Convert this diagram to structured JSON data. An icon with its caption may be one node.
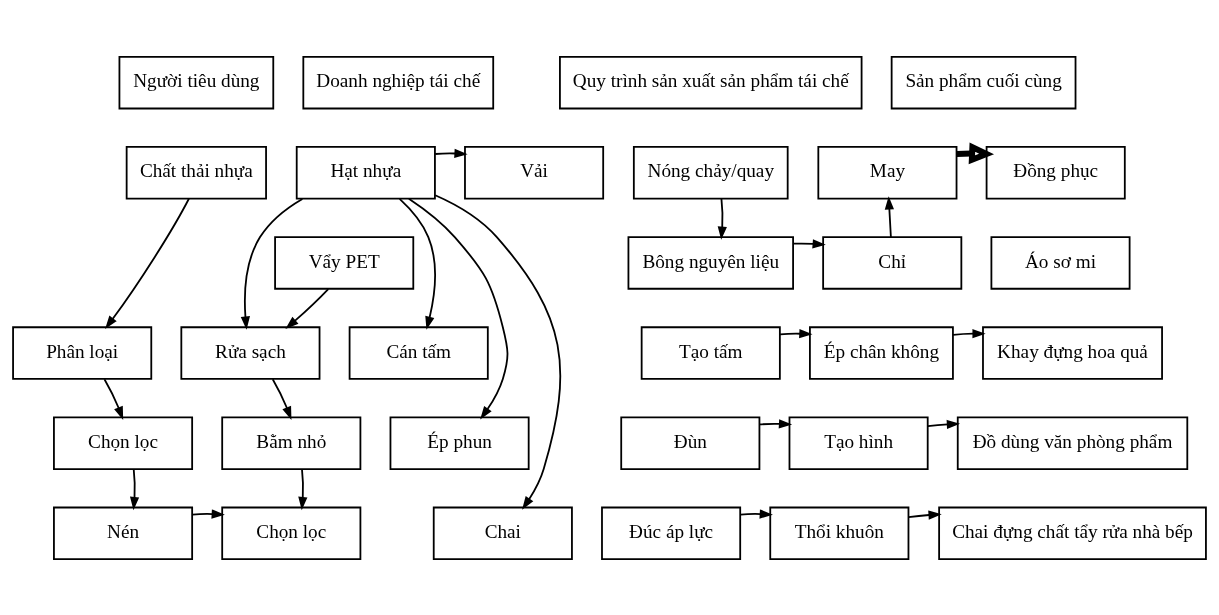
{
  "diagram": {
    "nodes": [
      {
        "text": [
          "Người tiêu dùng"
        ]
      },
      {
        "text": [
          "Doanh nghiệp tái chế"
        ]
      },
      {
        "text": [
          "Quy trình sản xuất sản phẩm tái chế"
        ]
      },
      {
        "text": [
          "Sản phẩm cuối cùng"
        ]
      },
      {
        "text": [
          "Chất thải nhựa"
        ]
      },
      {
        "text": [
          "Hạt nhựa"
        ]
      },
      {
        "text": [
          "Vải"
        ]
      },
      {
        "text": [
          "Nóng chảy/quay"
        ]
      },
      {
        "text": [
          "May"
        ]
      },
      {
        "text": [
          "Đồng phục"
        ]
      },
      {
        "text": [
          "Vẩy PET"
        ]
      },
      {
        "text": [
          "Bông nguyên liệu"
        ]
      },
      {
        "text": [
          "Chỉ"
        ]
      },
      {
        "text": [
          "Áo sơ mi"
        ]
      },
      {
        "text": [
          "Phân loại"
        ]
      },
      {
        "text": [
          "Rửa sạch"
        ]
      },
      {
        "text": [
          "Cán tấm"
        ]
      },
      {
        "text": [
          "Tạo tấm"
        ]
      },
      {
        "text": [
          "Ép chân không"
        ]
      },
      {
        "text": [
          "Khay đựng hoa quả"
        ]
      },
      {
        "text": [
          "Chọn lọc"
        ]
      },
      {
        "text": [
          "Bằm nhỏ"
        ]
      },
      {
        "text": [
          "Ép phun"
        ]
      },
      {
        "text": [
          "Đùn"
        ]
      },
      {
        "text": [
          "Tạo hình"
        ]
      },
      {
        "text": [
          "Đồ dùng văn phòng phẩm"
        ]
      },
      {
        "text": [
          "Nén"
        ]
      },
      {
        "text": [
          "Chọn lọc"
        ]
      },
      {
        "text": [
          "Chai"
        ]
      },
      {
        "text": [
          "Đúc áp lực"
        ]
      },
      {
        "text": [
          "Thổi khuôn"
        ]
      },
      {
        "text": [
          "Chai đựng chất tẩy rửa nhà bếp"
        ]
      }
    ],
    "edges": [
      {
        "from": 4,
        "to": 14,
        "arrow": "to"
      },
      {
        "from": 14,
        "to": 20,
        "arrow": "to"
      },
      {
        "from": 20,
        "to": 26,
        "arrow": "to"
      },
      {
        "from": 26,
        "to": 27,
        "arrow": "to"
      },
      {
        "from": 5,
        "to": 15,
        "arrow": "to"
      },
      {
        "from": 10,
        "to": 15,
        "arrow": "to"
      },
      {
        "from": 15,
        "to": 21,
        "arrow": "to"
      },
      {
        "from": 21,
        "to": 27,
        "arrow": "to"
      },
      {
        "from": 5,
        "to": 6,
        "arrow": "to"
      },
      {
        "from": 5,
        "to": 16,
        "arrow": "to"
      },
      {
        "from": 5,
        "to": 22,
        "arrow": "to"
      },
      {
        "from": 5,
        "to": 28,
        "arrow": "to"
      },
      {
        "from": 7,
        "to": 11,
        "arrow": "to"
      },
      {
        "from": 11,
        "to": 12,
        "arrow": "to"
      },
      {
        "from": 12,
        "to": 8,
        "arrow": "to"
      },
      {
        "from": 8,
        "to": 9,
        "arrow": "to",
        "style": "thick"
      },
      {
        "from": 17,
        "to": 18,
        "arrow": "to"
      },
      {
        "from": 18,
        "to": 19,
        "arrow": "to"
      },
      {
        "from": 23,
        "to": 24,
        "arrow": "to"
      },
      {
        "from": 24,
        "to": 25,
        "arrow": "to"
      },
      {
        "from": 29,
        "to": 30,
        "arrow": "to"
      },
      {
        "from": 30,
        "to": 31,
        "arrow": "to"
      }
    ]
  }
}
